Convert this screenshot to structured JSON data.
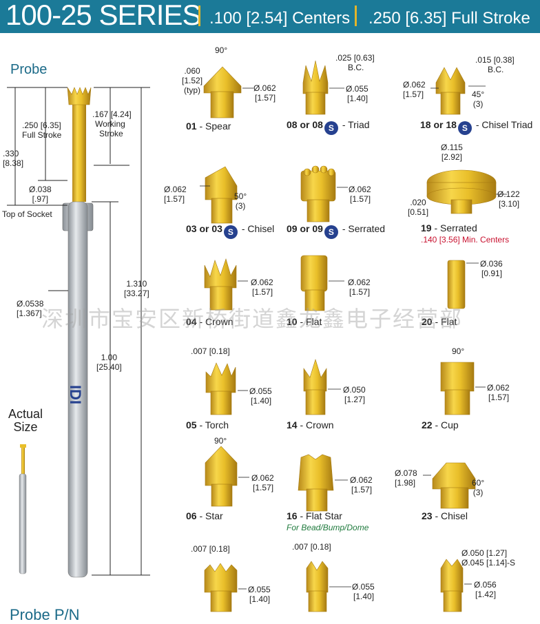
{
  "header": {
    "series": "100-25 SERIES",
    "centers": ".100 [2.54] Centers",
    "stroke": ".250 [6.35] Full Stroke"
  },
  "probe": {
    "title": "Probe",
    "full_stroke_in": ".250 [6.35]",
    "full_stroke_label": "Full Stroke",
    "working_in": ".167 [4.24]",
    "working_label_1": "Working",
    "working_label_2": "Stroke",
    "height_in": ".330",
    "height_mm": "[8.38]",
    "tip_dia_in": "Ø.038",
    "tip_dia_mm": "[.97]",
    "top_of_socket": "Top of Socket",
    "body_dia_in": "Ø.0538",
    "body_dia_mm": "[1.367]",
    "total_in": "1.310",
    "total_mm": "[33.27]",
    "length_in": "1.00",
    "length_mm": "[25.40]",
    "logo": "IDI",
    "actual_size_1": "Actual",
    "actual_size_2": "Size",
    "bottom_heading": "Probe P/N"
  },
  "watermark": "深圳市宝安区新桥街道鑫龙鑫电子经营部",
  "tips": [
    {
      "num": "01",
      "name": "Spear",
      "dims": [
        "90°",
        ".060",
        "[1.52]",
        "(typ)",
        "Ø.062",
        "[1.57]"
      ]
    },
    {
      "num": "08 or 08",
      "name": "Triad",
      "dims": [
        ".025 [0.63]",
        "B.C.",
        "Ø.055",
        "[1.40]"
      ]
    },
    {
      "num": "18 or 18",
      "name": "Chisel Triad",
      "dims": [
        ".015 [0.38]",
        "B.C.",
        "Ø.062",
        "[1.57]",
        "45°",
        "(3)"
      ]
    },
    {
      "num": "03 or 03",
      "name": "Chisel",
      "dims": [
        "Ø.062",
        "[1.57]",
        "50°",
        "(3)"
      ]
    },
    {
      "num": "09 or 09",
      "name": "Serrated",
      "dims": [
        "Ø.062",
        "[1.57]"
      ]
    },
    {
      "num": "19",
      "name": "Serrated",
      "note": ".140 [3.56] Min. Centers",
      "dims": [
        "Ø.115",
        "[2.92]",
        ".020",
        "[0.51]",
        "Ø.122",
        "[3.10]"
      ]
    },
    {
      "num": "04",
      "name": "Crown",
      "dims": [
        "Ø.062",
        "[1.57]"
      ]
    },
    {
      "num": "10",
      "name": "Flat",
      "dims": [
        "Ø.062",
        "[1.57]"
      ]
    },
    {
      "num": "20",
      "name": "Flat",
      "dims": [
        "Ø.036",
        "[0.91]"
      ]
    },
    {
      "num": "05",
      "name": "Torch",
      "dims": [
        ".007 [0.18]",
        "Ø.055",
        "[1.40]"
      ]
    },
    {
      "num": "14",
      "name": "Crown",
      "dims": [
        "Ø.050",
        "[1.27]"
      ]
    },
    {
      "num": "22",
      "name": "Cup",
      "dims": [
        "90°",
        "Ø.062",
        "[1.57]"
      ]
    },
    {
      "num": "06",
      "name": "Star",
      "dims": [
        "90°",
        "Ø.062",
        "[1.57]"
      ]
    },
    {
      "num": "16",
      "name": "Flat Star",
      "note": "For Bead/Bump/Dome",
      "dims": [
        "Ø.062",
        "[1.57]"
      ]
    },
    {
      "num": "23",
      "name": "Chisel",
      "dims": [
        "Ø.078",
        "[1.98]",
        "60°",
        "(3)"
      ]
    },
    {
      "num": "",
      "name": "",
      "dims": [
        ".007 [0.18]",
        "Ø.055",
        "[1.40]"
      ]
    },
    {
      "num": "",
      "name": "",
      "dims": [
        ".007 [0.18]",
        "Ø.055",
        "[1.40]"
      ]
    },
    {
      "num": "",
      "name": "",
      "dims": [
        "Ø.050 [1.27]",
        "Ø.045 [1.14]-S",
        "Ø.056",
        "[1.42]"
      ]
    }
  ],
  "s_icon": "S",
  "colors": {
    "header": "#1b7a98",
    "gold": "#e9bf2a",
    "gold_dark": "#b7891a",
    "steel": "#b9bec4",
    "s_badge": "#26418f"
  }
}
